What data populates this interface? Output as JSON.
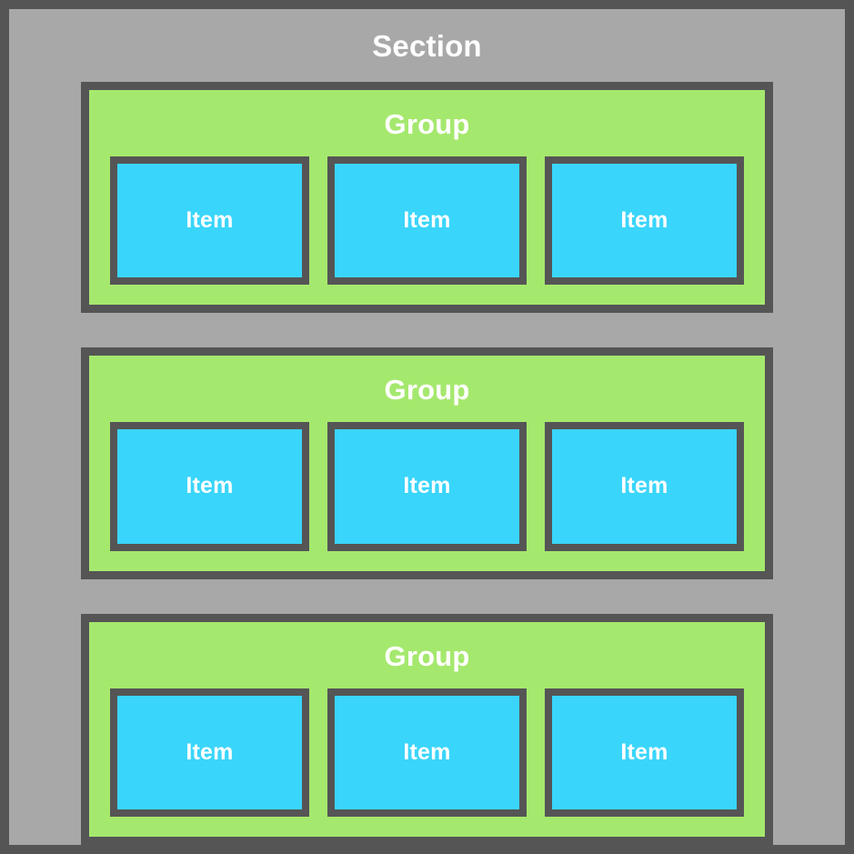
{
  "section": {
    "title": "Section",
    "background_color": "#a8a8a8",
    "border_color": "#555555",
    "title_color": "#ffffff"
  },
  "group_defaults": {
    "background_color": "#a5e86e",
    "border_color": "#555555",
    "title_color": "#ffffff"
  },
  "item_defaults": {
    "background_color": "#3ad5fb",
    "border_color": "#555555",
    "label_color": "#ffffff"
  },
  "groups": [
    {
      "title": "Group",
      "items": [
        {
          "label": "Item"
        },
        {
          "label": "Item"
        },
        {
          "label": "Item"
        }
      ]
    },
    {
      "title": "Group",
      "items": [
        {
          "label": "Item"
        },
        {
          "label": "Item"
        },
        {
          "label": "Item"
        }
      ]
    },
    {
      "title": "Group",
      "items": [
        {
          "label": "Item"
        },
        {
          "label": "Item"
        },
        {
          "label": "Item"
        }
      ]
    }
  ]
}
